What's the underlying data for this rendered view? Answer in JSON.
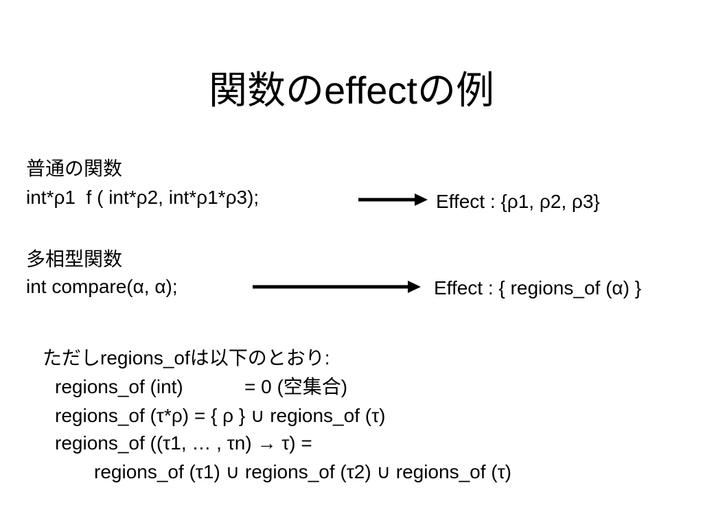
{
  "title": "関数のeffectの例",
  "normal": {
    "heading": "普通の関数",
    "signature": "int*ρ1  f ( int*ρ2, int*ρ1*ρ3);",
    "effect": "Effect : {ρ1, ρ2, ρ3}"
  },
  "polymorphic": {
    "heading": "多相型関数",
    "signature": "int compare(α, α);",
    "effect": "Effect : { regions_of (α) }"
  },
  "definition": {
    "intro": "ただしregions_ofは以下のとおり:",
    "rule_int_lhs": "regions_of (int)",
    "rule_int_rhs": "= 0 (空集合)",
    "rule_ptr": "regions_of (τ*ρ) = { ρ } ∪ regions_of (τ)",
    "rule_fn": "regions_of ((τ1, … , τn) → τ) =",
    "rule_fn_cont": "regions_of (τ1) ∪ regions_of (τ2) ∪ regions_of (τ)"
  }
}
